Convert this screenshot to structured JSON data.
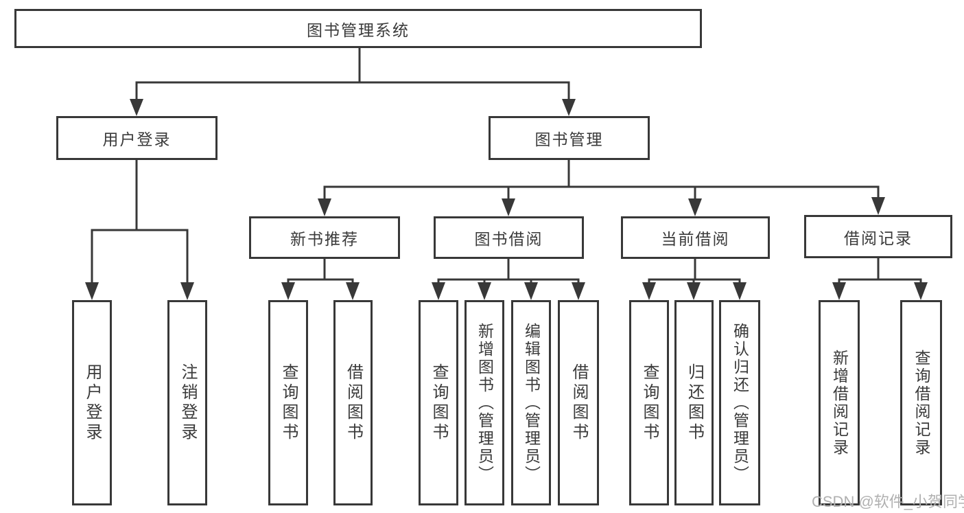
{
  "diagram": {
    "title": "图书管理系统",
    "tree": {
      "root": {
        "label": "图书管理系统",
        "children": [
          {
            "label": "用户登录",
            "children": [
              {
                "label": "用户登录"
              },
              {
                "label": "注销登录"
              }
            ]
          },
          {
            "label": "图书管理",
            "children": [
              {
                "label": "新书推荐",
                "children": [
                  {
                    "label": "查询图书"
                  },
                  {
                    "label": "借阅图书"
                  }
                ]
              },
              {
                "label": "图书借阅",
                "children": [
                  {
                    "label": "查询图书"
                  },
                  {
                    "label": "新增图书（管理员）"
                  },
                  {
                    "label": "编辑图书（管理员）"
                  },
                  {
                    "label": "借阅图书"
                  }
                ]
              },
              {
                "label": "当前借阅",
                "children": [
                  {
                    "label": "查询图书"
                  },
                  {
                    "label": "归还图书"
                  },
                  {
                    "label": "确认归还（管理员）"
                  }
                ]
              },
              {
                "label": "借阅记录",
                "children": [
                  {
                    "label": "新增借阅记录"
                  },
                  {
                    "label": "查询借阅记录"
                  }
                ]
              }
            ]
          }
        ]
      }
    }
  },
  "watermark": {
    "text": "CSDN @软件_小贺同学"
  },
  "colors": {
    "line": "#383838",
    "text": "#3a3a3a",
    "watermark": "#b0b0b0",
    "background": "#ffffff"
  }
}
